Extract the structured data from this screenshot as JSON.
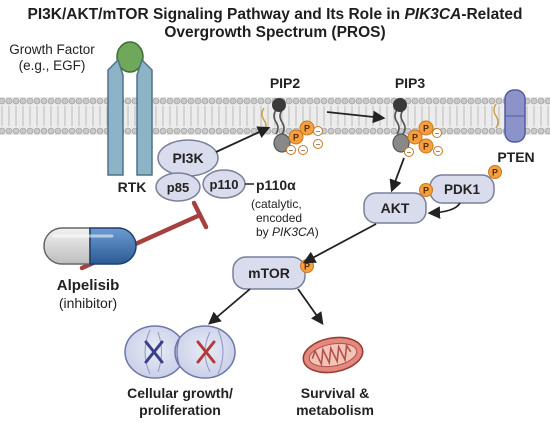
{
  "title": {
    "line1_part1": "PI3K/AKT/mTOR Signaling Pathway and Its Role in ",
    "line1_gene": "PIK3CA",
    "line1_part2": "-Related",
    "line2": "Overgrowth Spectrum (PROS)"
  },
  "growth_factor": {
    "line1": "Growth Factor",
    "line2": "(e.g., EGF)"
  },
  "rtk": "RTK",
  "pi3k": "PI3K",
  "p85": "p85",
  "p110": "p110",
  "p110a": {
    "label": "p110α",
    "note_line1": "(catalytic,",
    "note_line2": "encoded",
    "note_line3_prefix": "by ",
    "note_line3_gene": "PIK3CA",
    "note_line3_suffix": ")"
  },
  "pip2": "PIP2",
  "pip3": "PIP3",
  "pten": "PTEN",
  "pdk1": "PDK1",
  "akt": "AKT",
  "mtor": "mTOR",
  "phospho": "P",
  "charge": "−",
  "inhibitor": {
    "name": "Alpelisib",
    "role": "(inhibitor)"
  },
  "outcomes": {
    "growth_line1": "Cellular growth/",
    "growth_line2": "proliferation",
    "survival_line1": "Survival &",
    "survival_line2": "metabolism"
  },
  "colors": {
    "membrane_head": "#c9c9c9",
    "membrane_tail": "#9a9a9a",
    "receptor": "#8cb4c6",
    "ligand": "#6fa85a",
    "protein_fill": "#d9dcec",
    "protein_stroke": "#7a7f99",
    "phosphate": "#f5a040",
    "phosphate_stroke": "#c8791f",
    "inhibitor_line": "#a64040",
    "pill_blue": "#3b6aa8",
    "pten": "#8c93c8",
    "mito": "#d86a62"
  },
  "icons": [
    "cell-membrane-icon",
    "receptor-icon",
    "phospholipid-icon",
    "phosphate-icon",
    "pill-icon",
    "dividing-cell-icon",
    "mitochondrion-icon"
  ]
}
